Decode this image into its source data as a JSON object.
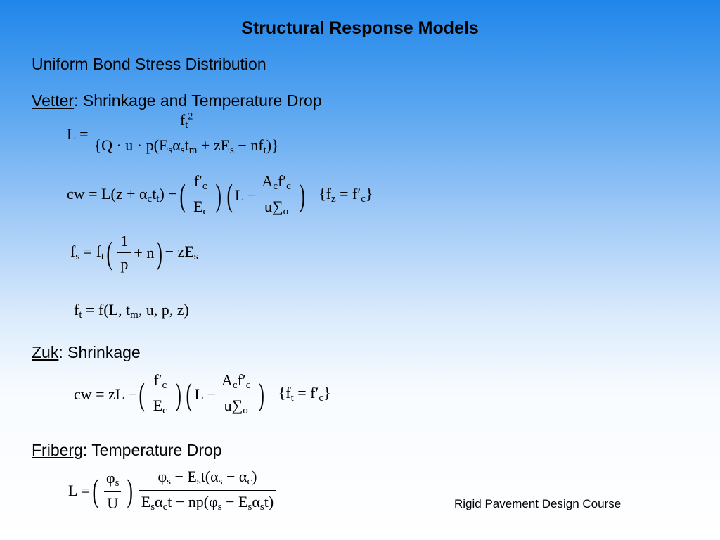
{
  "title": "Structural Response Models",
  "section_uniform": "Uniform Bond Stress Distribution",
  "vetter": {
    "name": "Vetter",
    "desc": ":  Shrinkage and Temperature Drop"
  },
  "zuk": {
    "name": "Zuk",
    "desc": ":  Shrinkage"
  },
  "friberg": {
    "name": "Friberg",
    "desc": ":  Temperature Drop"
  },
  "footer": "Rigid Pavement Design Course"
}
